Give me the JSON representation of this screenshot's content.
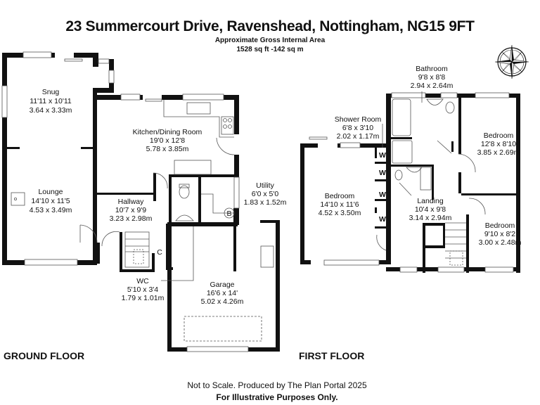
{
  "header": {
    "title": "23 Summercourt Drive, Ravenshead, Nottingham, NG15 9FT",
    "area_label": "Approximate Gross Internal Area",
    "area_value": "1528 sq ft -142 sq m"
  },
  "compass": {
    "icon": "compass-rose-icon",
    "north": "N",
    "south": "S",
    "east": "E",
    "west": "W"
  },
  "ground_floor": {
    "label": "GROUND FLOOR",
    "rooms": [
      {
        "name": "Snug",
        "imperial": "11'11 x 10'11",
        "metric": "3.64 x 3.33m"
      },
      {
        "name": "Lounge",
        "imperial": "14'10 x 11'5",
        "metric": "4.53 x 3.49m"
      },
      {
        "name": "Kitchen/Dining Room",
        "imperial": "19'0 x 12'8",
        "metric": "5.78 x 3.85m"
      },
      {
        "name": "Utility",
        "imperial": "6'0 x 5'0",
        "metric": "1.83 x 1.52m"
      },
      {
        "name": "Hallway",
        "imperial": "10'7 x 9'9",
        "metric": "3.23 x 2.98m"
      },
      {
        "name": "WC",
        "imperial": "5'10 x 3'4",
        "metric": "1.79 x 1.01m"
      },
      {
        "name": "Garage",
        "imperial": "16'6 x 14'",
        "metric": "5.02 x 4.26m"
      }
    ],
    "markers": {
      "cupboard": "C",
      "boiler": "B"
    }
  },
  "first_floor": {
    "label": "FIRST FLOOR",
    "rooms": [
      {
        "name": "Bathroom",
        "imperial": "9'8 x 8'8",
        "metric": "2.94 x 2.64m"
      },
      {
        "name": "Shower Room",
        "imperial": "6'8 x 3'10",
        "metric": "2.02 x 1.17m"
      },
      {
        "name": "Bedroom",
        "imperial": "12'8 x 8'10",
        "metric": "3.85 x 2.69m"
      },
      {
        "name": "Bedroom",
        "imperial": "14'10 x 11'6",
        "metric": "4.52 x 3.50m"
      },
      {
        "name": "Landing",
        "imperial": "10'4 x 9'8",
        "metric": "3.14 x 2.94m"
      },
      {
        "name": "Bedroom",
        "imperial": "9'10 x 8'2",
        "metric": "3.00 x 2.48m"
      }
    ],
    "markers": {
      "wardrobe": "W"
    }
  },
  "footer": {
    "note": "Not to Scale. Produced by The Plan Portal 2025",
    "disclaimer": "For Illustrative Purposes Only."
  }
}
